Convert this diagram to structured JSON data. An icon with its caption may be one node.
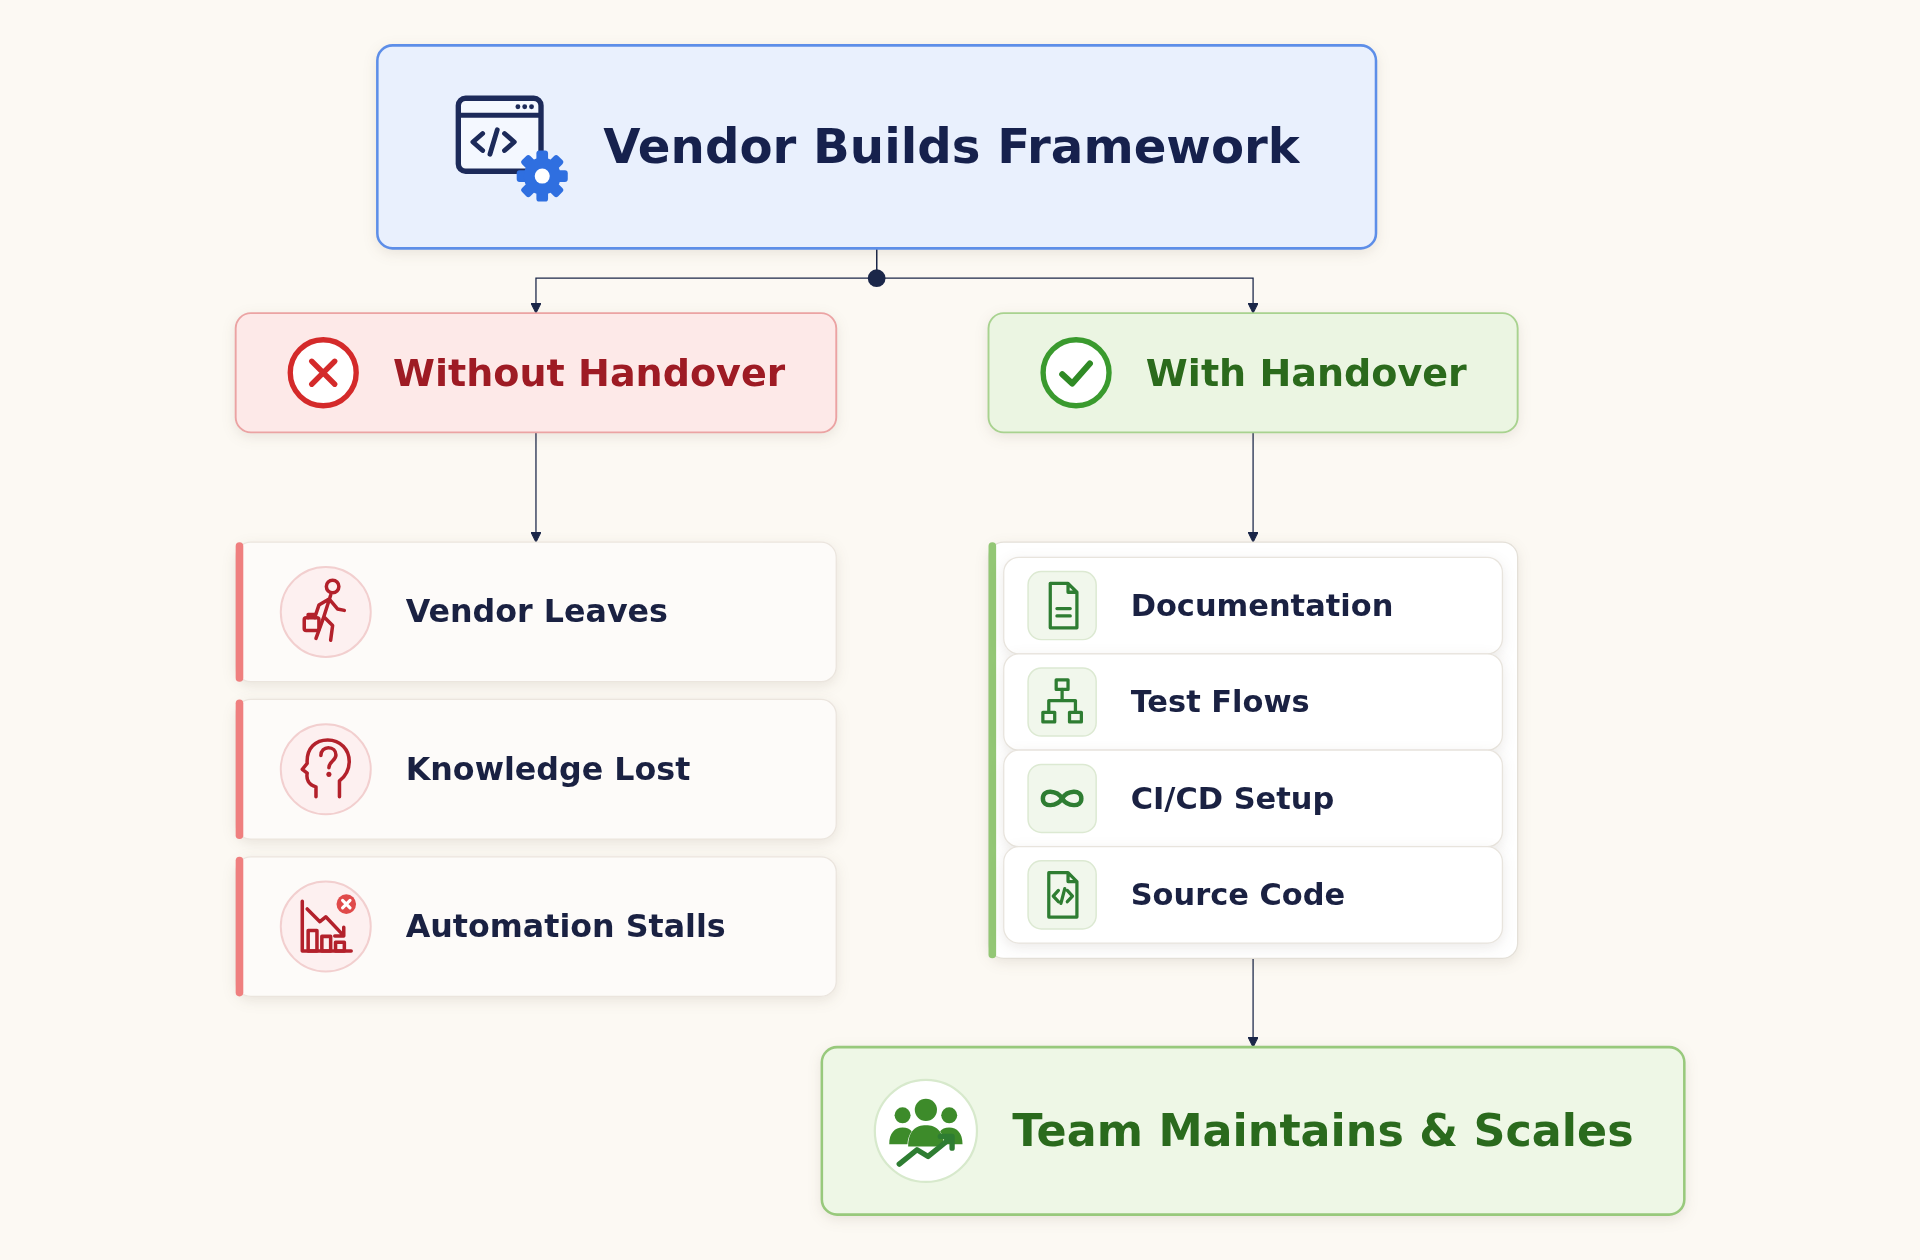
{
  "diagram": {
    "nodes": [
      {
        "text": [
          "Vendor Builds Framework"
        ]
      },
      {
        "text": [
          "Without Handover"
        ]
      },
      {
        "text": [
          "With Handover"
        ]
      },
      {
        "text": [
          "Vendor Leaves"
        ]
      },
      {
        "text": [
          "Knowledge Lost"
        ]
      },
      {
        "text": [
          "Automation Stalls"
        ]
      },
      {
        "text": [],
        "shape": "box"
      },
      {
        "text": [
          "Documentation"
        ],
        "in": 6
      },
      {
        "text": [
          "Test Flows"
        ],
        "in": 6
      },
      {
        "text": [
          "CI/CD Setup"
        ],
        "in": 6
      },
      {
        "text": [
          "Source Code"
        ],
        "in": 6
      },
      {
        "text": [
          "Team Maintains & Scales"
        ]
      }
    ],
    "edges": [
      {
        "from": 0,
        "to": 1,
        "arrow": "to"
      },
      {
        "from": 0,
        "to": 2,
        "arrow": "to"
      },
      {
        "from": 1,
        "to": 3,
        "arrow": "to"
      },
      {
        "from": 2,
        "to": 6,
        "arrow": "to"
      },
      {
        "from": 6,
        "to": 11,
        "arrow": "to"
      }
    ]
  }
}
